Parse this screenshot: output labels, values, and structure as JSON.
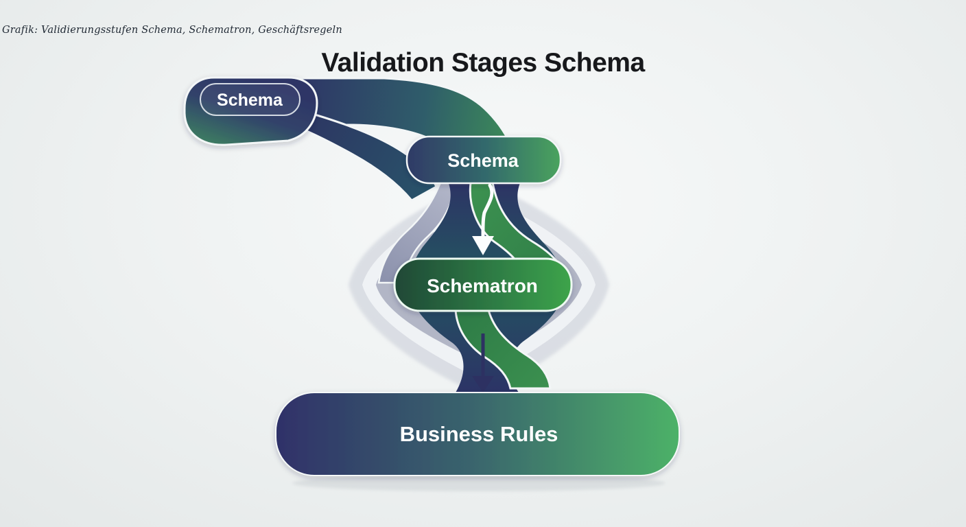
{
  "caption": "Grafik: Validierungsstufen Schema, Schematron, Geschäftsregeln",
  "diagram": {
    "title": "Validation Stages Schema",
    "type": "flow-diagram",
    "flow_order": [
      "Schema",
      "Schema",
      "Schematron",
      "Business Rules"
    ],
    "nodes": [
      {
        "id": "schema-source",
        "label": "Schema"
      },
      {
        "id": "schema",
        "label": "Schema"
      },
      {
        "id": "schematron",
        "label": "Schematron"
      },
      {
        "id": "business-rules",
        "label": "Business Rules"
      }
    ],
    "connectors": [
      {
        "from": "schema-source",
        "to": "schema",
        "style": "ribbon"
      },
      {
        "from": "schema",
        "to": "schematron",
        "style": "white-arrow"
      },
      {
        "from": "schematron",
        "to": "business-rules",
        "style": "navy-arrow"
      }
    ],
    "colors": {
      "navy": "#2e3566",
      "teal": "#336a6c",
      "green": "#4aa35e",
      "bright_green": "#4db268",
      "lavender_band": "#b2b6c6",
      "gray_band": "#c8ccd7",
      "background": "#eef1f1",
      "title_text": "#17181b",
      "caption_text": "#1f2833",
      "node_text": "#ffffff",
      "arrow_white": "#fbfdfe",
      "arrow_navy": "#2d3162"
    }
  }
}
